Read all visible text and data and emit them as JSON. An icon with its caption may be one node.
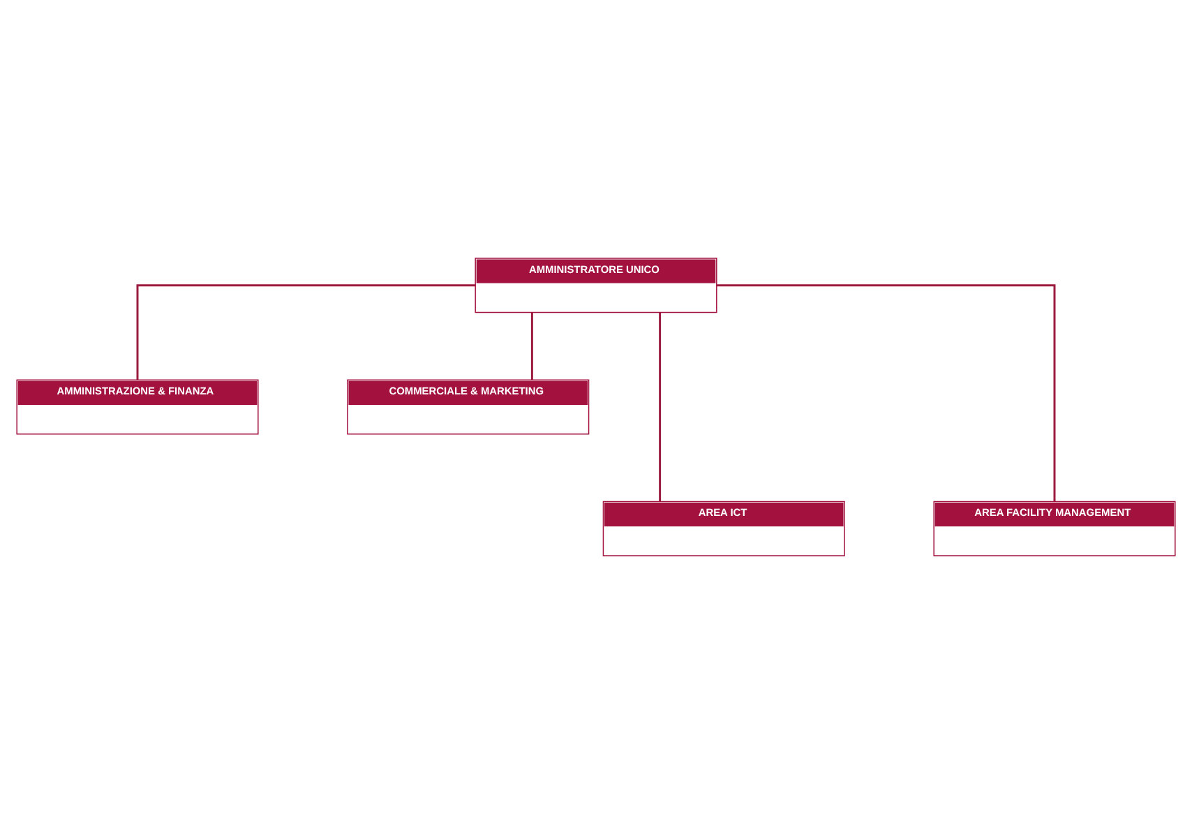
{
  "diagram": {
    "nodes": [
      {
        "text": [
          "AMMINISTRATORE UNICO"
        ]
      },
      {
        "text": [
          "AMMINISTRAZIONE & FINANZA"
        ]
      },
      {
        "text": [
          "COMMERCIALE & MARKETING"
        ]
      },
      {
        "text": [
          "AREA ICT"
        ]
      },
      {
        "text": [
          "AREA FACILITY MANAGEMENT"
        ]
      }
    ],
    "edges": [
      {
        "from": 0,
        "to": 1,
        "arrow": "none"
      },
      {
        "from": 0,
        "to": 2,
        "arrow": "none"
      },
      {
        "from": 0,
        "to": 3,
        "arrow": "none"
      },
      {
        "from": 0,
        "to": 4,
        "arrow": "none"
      }
    ]
  }
}
